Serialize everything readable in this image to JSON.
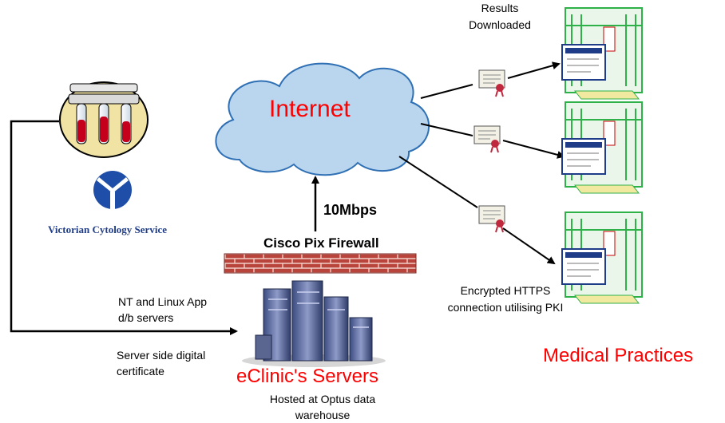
{
  "labels": {
    "internet": "Internet",
    "results": "Results\nDownloaded",
    "bandwidth": "10Mbps",
    "firewall": "Cisco Pix Firewall",
    "vcs": "Victorian Cytology Service",
    "app_servers": "NT and Linux App\nd/b servers",
    "server_cert": "Server side digital\ncertificate",
    "servers_title": "eClinic's Servers",
    "hosted": "Hosted at Optus data\nwarehouse",
    "https": "Encrypted  HTTPS\nconnection utilising PKI",
    "practices": "Medical Practices"
  },
  "icons": {
    "lab": "test-tubes-icon",
    "logo": "vcs-logo-icon",
    "cloud": "internet-cloud-icon",
    "firewall": "brick-firewall-icon",
    "servers": "server-rack-icon",
    "certificate": "certificate-icon",
    "practice": "medical-practice-computer-icon"
  },
  "colors": {
    "cloud_fill": "#b9d6ee",
    "cloud_stroke": "#2f6fb4",
    "brick": "#b8443c",
    "mortar": "#f1cfc8",
    "logo_blue": "#1f4ea8",
    "accent_red": "#ff0000",
    "practice_green": "#2fb14a"
  }
}
